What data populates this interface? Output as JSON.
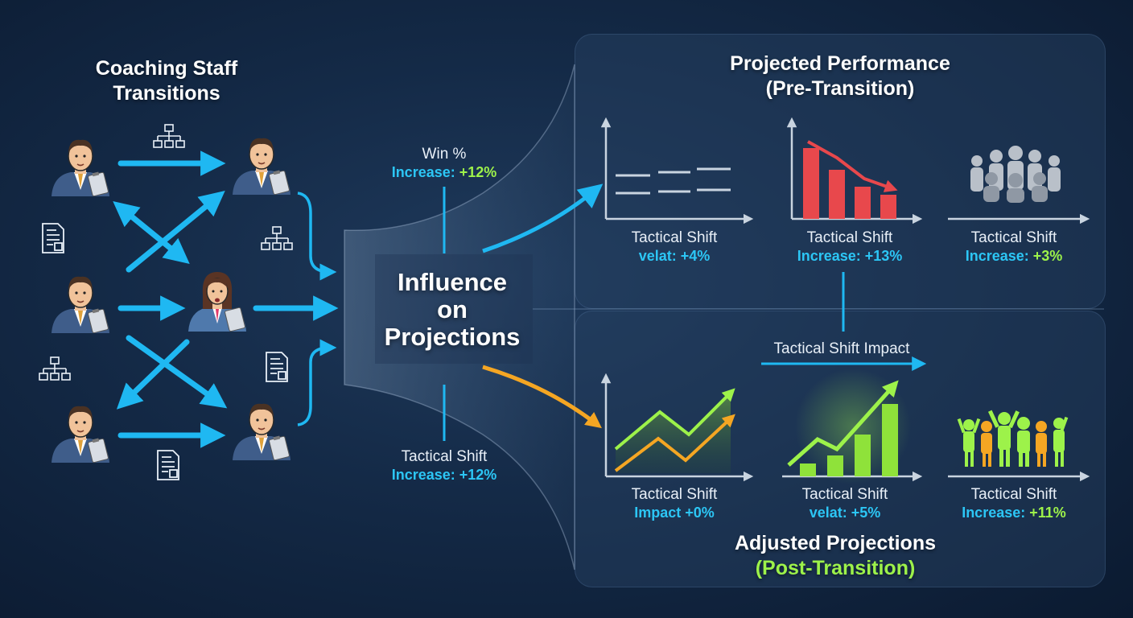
{
  "left": {
    "title_line1": "Coaching Staff",
    "title_line2": "Transitions"
  },
  "center": {
    "title_line1": "Influence",
    "title_line2": "on",
    "title_line3": "Projections",
    "top_label": "Win %",
    "top_value": "Increase: +12%",
    "bottom_label": "Tactical Shift",
    "bottom_value": "Increase: +12%"
  },
  "top_panel": {
    "title_line1": "Projected Performance",
    "title_line2": "(Pre-Transition)",
    "items": [
      {
        "label": "Tactical Shift",
        "value": "velat: +4%"
      },
      {
        "label": "Tactical Shift",
        "value": "Increase: +13%"
      },
      {
        "label": "Tactical Shift",
        "value": "Increase: +3%"
      }
    ]
  },
  "impact": {
    "label": "Tactical Shift Impact"
  },
  "bottom_panel": {
    "title_line1": "Adjusted Projections",
    "title_line2": "(Post-Transition)",
    "items": [
      {
        "label": "Tactical Shift",
        "value": "Impact +0%"
      },
      {
        "label": "Tactical Shift",
        "value": "velat: +5%"
      },
      {
        "label": "Tactical Shift",
        "value": "Increase: +11%"
      }
    ]
  },
  "colors": {
    "accent_cyan": "#2cc6f5",
    "accent_green": "#9df24a",
    "accent_orange": "#f5a623",
    "decline_red": "#e8484c",
    "background": "#142a47"
  }
}
